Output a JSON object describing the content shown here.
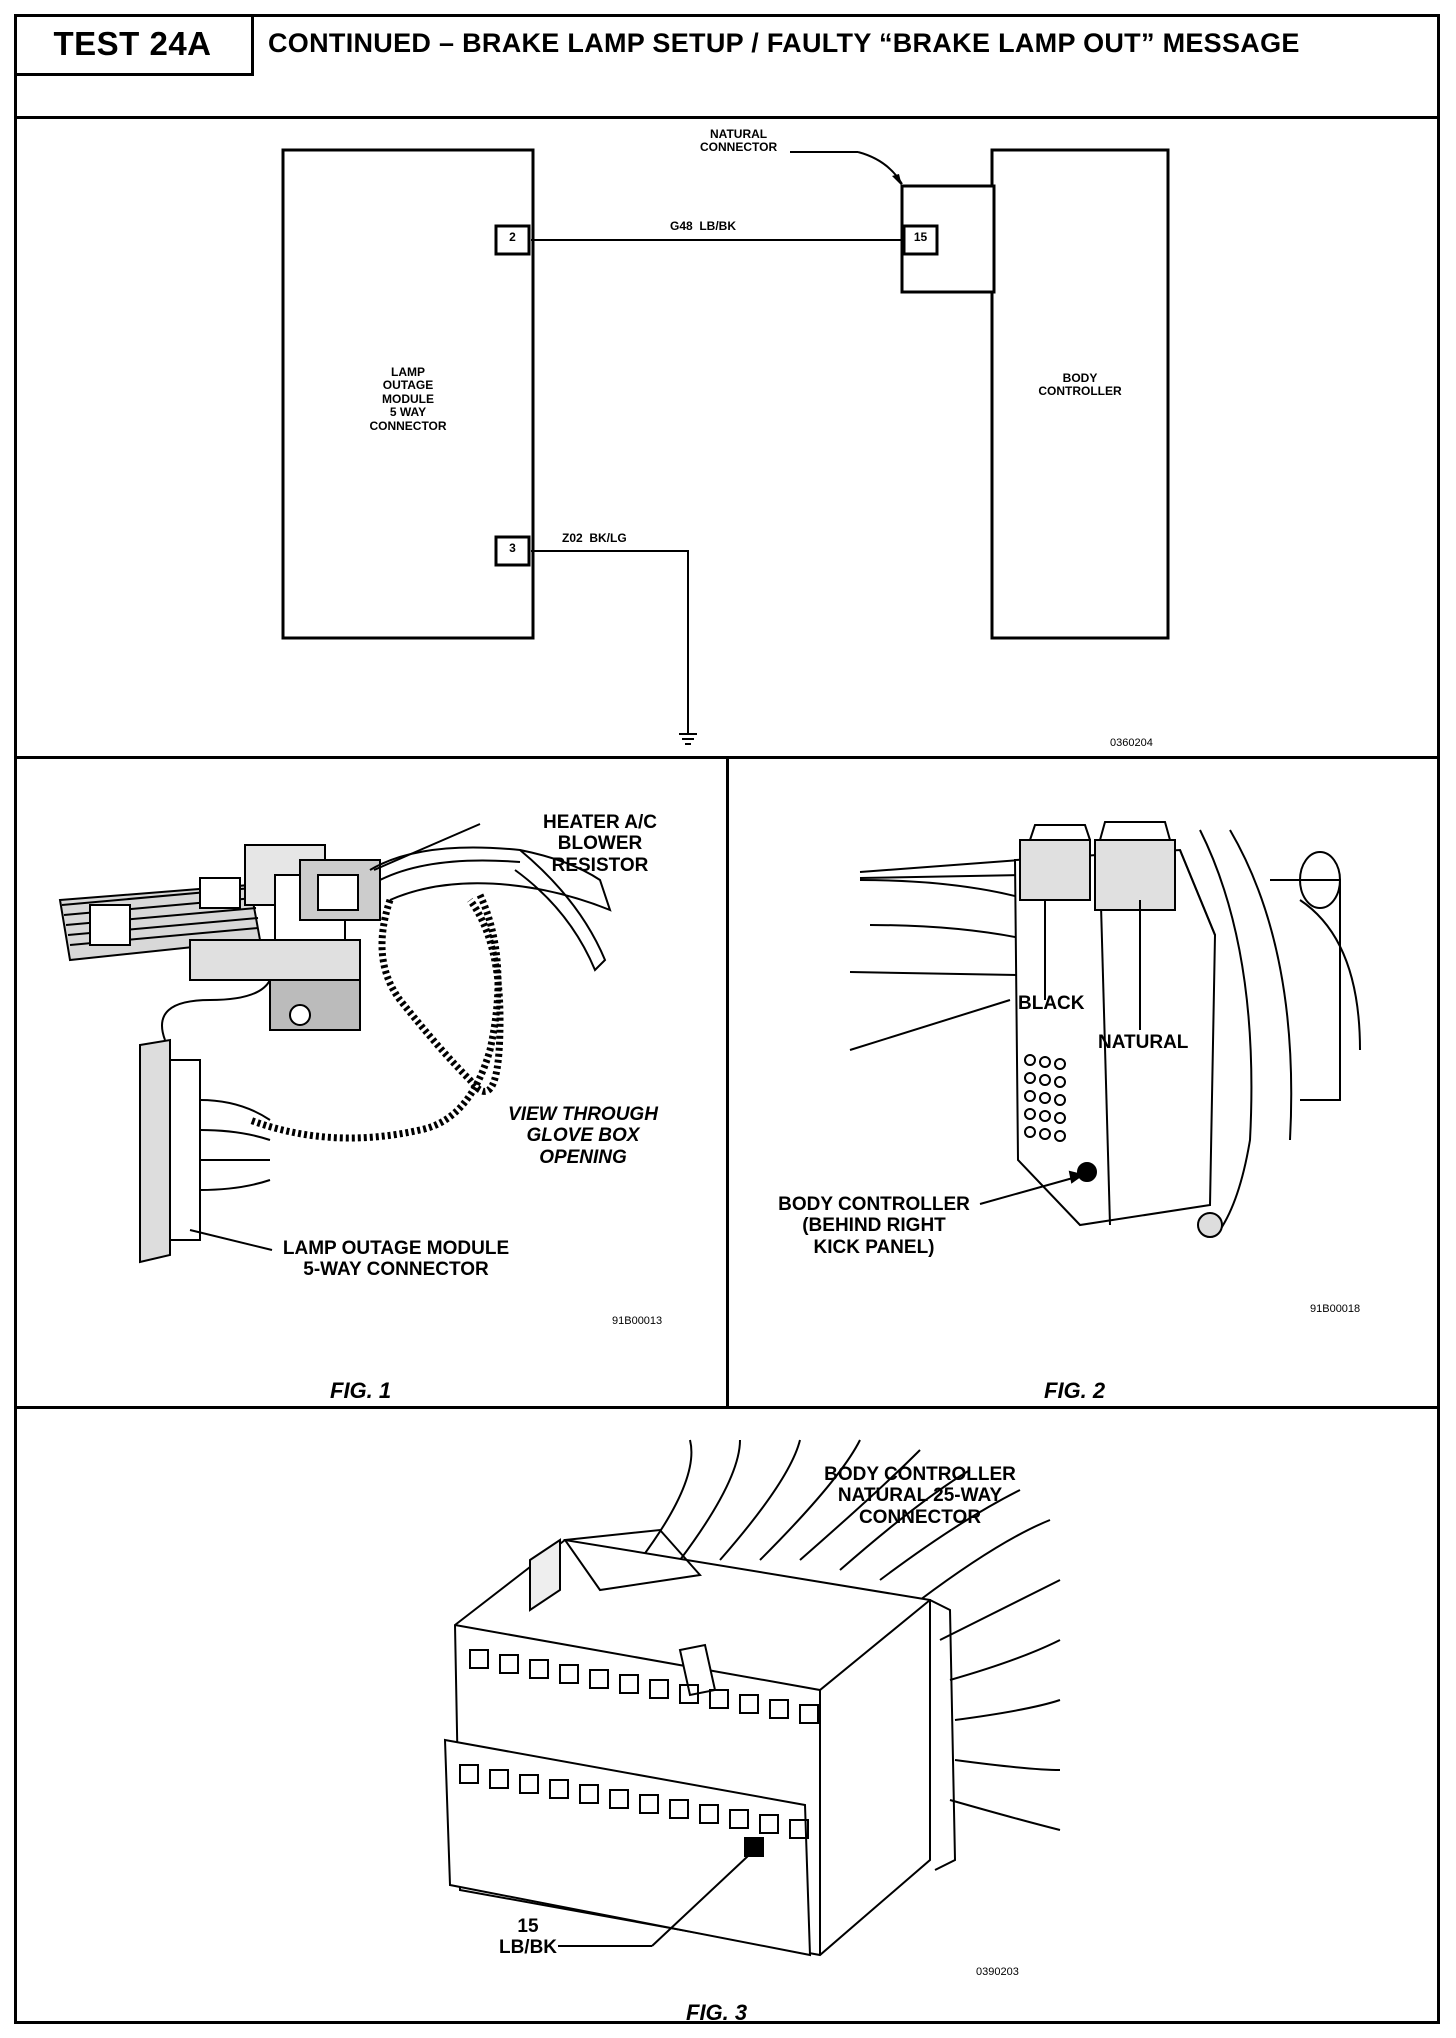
{
  "header": {
    "test_label": "TEST 24A",
    "title": "CONTINUED – BRAKE LAMP SETUP / FAULTY “BRAKE LAMP OUT” MESSAGE"
  },
  "schematic": {
    "natural_connector_label": "NATURAL\nCONNECTOR",
    "lamp_module_label": "LAMP\nOUTAGE\nMODULE\n5 WAY\nCONNECTOR",
    "body_controller_label": "BODY\nCONTROLLER",
    "pin_2": "2",
    "pin_3": "3",
    "pin_15": "15",
    "wire_top": "G48  LB/BK",
    "wire_bottom": "Z02  BK/LG",
    "figure_code": "0360204"
  },
  "fig1": {
    "heater_label": "HEATER A/C\nBLOWER\nRESISTOR",
    "view_label": "VIEW THROUGH\nGLOVE BOX\nOPENING",
    "lamp_module_label": "LAMP OUTAGE MODULE\n5-WAY CONNECTOR",
    "figure_code": "91B00013",
    "caption": "FIG. 1"
  },
  "fig2": {
    "black_label": "BLACK",
    "natural_label": "NATURAL",
    "body_controller_label": "BODY CONTROLLER\n(BEHIND RIGHT\nKICK PANEL)",
    "figure_code": "91B00018",
    "caption": "FIG. 2"
  },
  "fig3": {
    "connector_label": "BODY CONTROLLER\nNATURAL 25-WAY\nCONNECTOR",
    "pin_label": "15\nLB/BK",
    "figure_code": "0390203",
    "caption": "FIG. 3"
  },
  "colors": {
    "ink": "#000000",
    "paper": "#ffffff"
  }
}
